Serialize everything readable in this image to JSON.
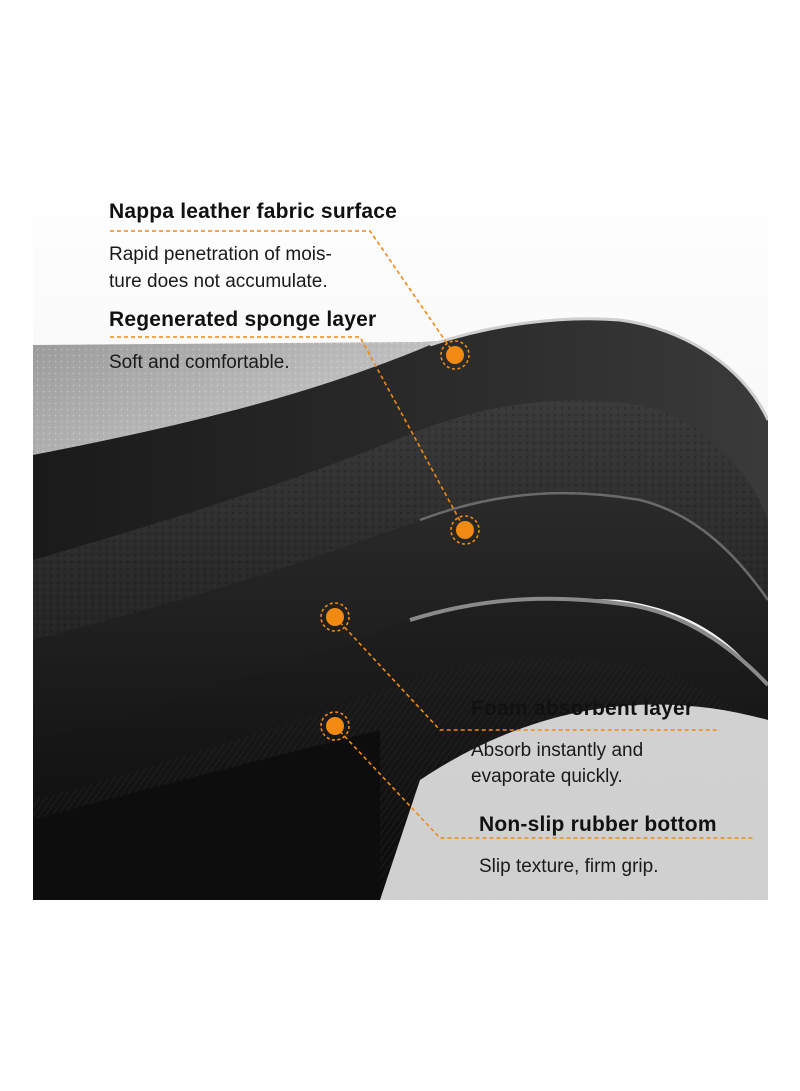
{
  "accent_color": "#f08a12",
  "layers": [
    {
      "title": "Nappa leather fabric surface",
      "description_lines": [
        "Rapid penetration of mois-",
        "ture does not accumulate."
      ]
    },
    {
      "title": "Regenerated sponge layer",
      "description_lines": [
        "Soft and comfortable."
      ]
    },
    {
      "title": "Foam absorbent layer",
      "description_lines": [
        "Absorb instantly and",
        "evaporate quickly."
      ]
    },
    {
      "title": "Non-slip rubber bottom",
      "description_lines": [
        "Slip texture, firm grip."
      ]
    }
  ]
}
